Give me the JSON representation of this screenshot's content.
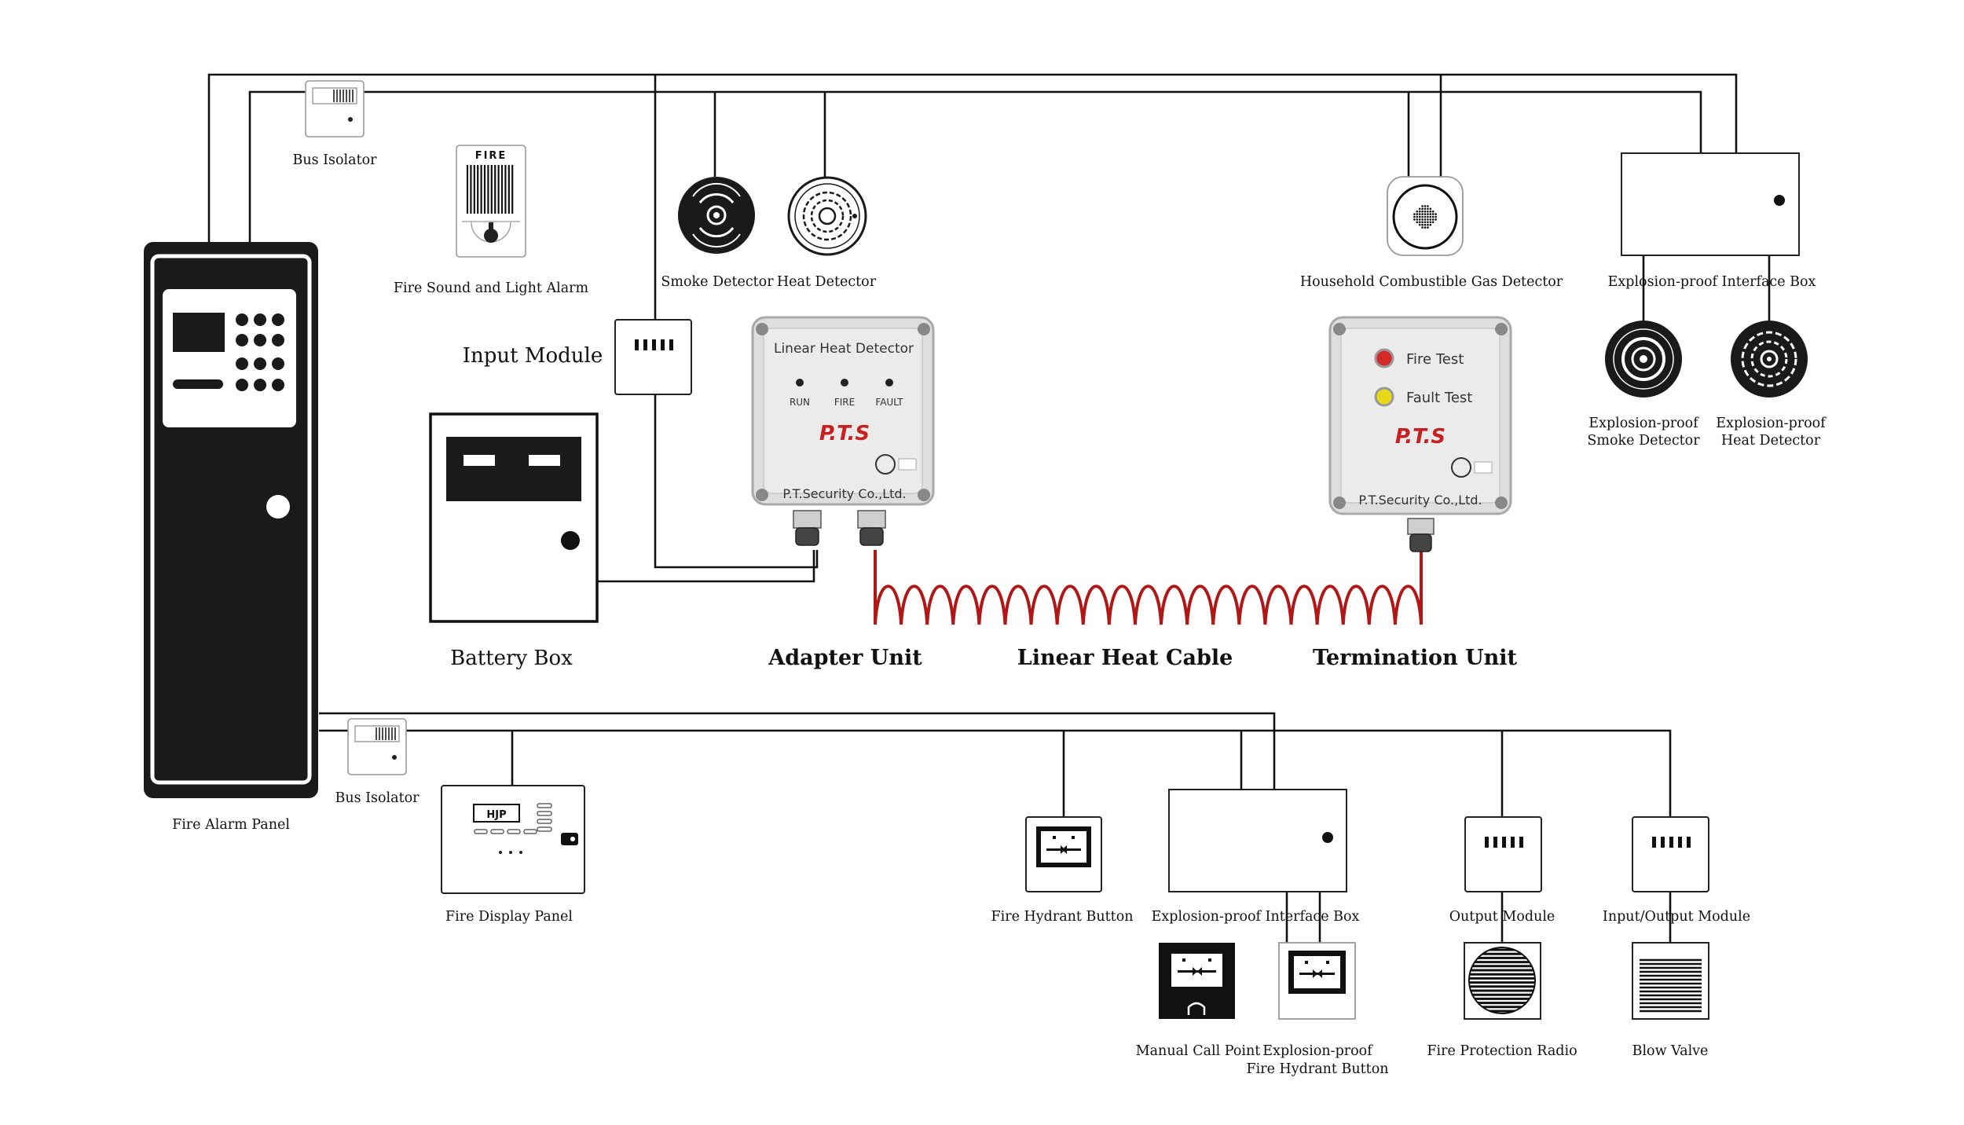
{
  "labels": {
    "fire_alarm_panel": "Fire Alarm Panel",
    "bus_isolator_top": "Bus Isolator",
    "bus_isolator_bottom": "Bus Isolator",
    "fire_sound_light_alarm": "Fire Sound and Light Alarm",
    "fire_alarm_text": "FIRE",
    "input_module": "Input Module",
    "battery_box": "Battery Box",
    "smoke_detector": "Smoke Detector",
    "heat_detector": "Heat Detector",
    "gas_detector": "Household Combustible Gas Detector",
    "interface_box_top": "Explosion-proof Interface Box",
    "ex_smoke_detector_1": "Explosion-proof",
    "ex_smoke_detector_2": "Smoke Detector",
    "ex_heat_detector_1": "Explosion-proof",
    "ex_heat_detector_2": "Heat Detector",
    "adapter_unit": "Adapter Unit",
    "linear_heat_cable": "Linear Heat Cable",
    "termination_unit": "Termination Unit",
    "fire_display_panel": "Fire Display Panel",
    "hjp": "HJP",
    "fire_hydrant_button": "Fire Hydrant Button",
    "interface_box_bottom": "Explosion-proof Interface Box",
    "output_module": "Output Module",
    "io_module": "Input/Output Module",
    "manual_call_point": "Manual Call Point",
    "ex_hydrant_button_1": "Explosion-proof",
    "ex_hydrant_button_2": "Fire Hydrant Button",
    "fire_protection_radio": "Fire Protection Radio",
    "blow_valve": "Blow Valve"
  },
  "adapter": {
    "title": "Linear Heat Detector",
    "run": "RUN",
    "fire": "FIRE",
    "fault": "FAULT",
    "brand": "P.T.S",
    "company": "P.T.Security Co.,Ltd."
  },
  "termination": {
    "fire_test": "Fire Test",
    "fault_test": "Fault Test",
    "brand": "P.T.S",
    "company": "P.T.Security Co.,Ltd."
  },
  "colors": {
    "line": "#111111",
    "cable": "#b01818",
    "brand_red": "#c62020",
    "led_red": "#d42a2a",
    "led_yellow": "#e8d81a"
  }
}
